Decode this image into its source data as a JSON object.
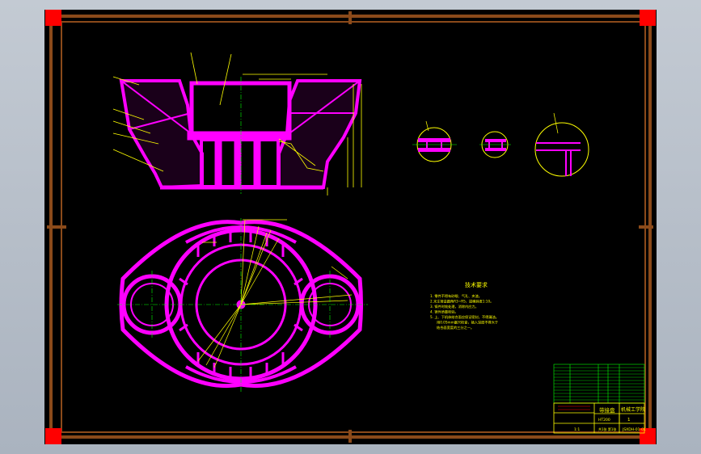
{
  "drawing": {
    "notes_title": "技术要求",
    "notes": [
      "1. 零件不得有砂眼、气孔、夹渣。",
      "2.未注铸造圆角R3~R5，拔模斜度1:10。",
      "3. 铸件时效处理，消除内应力。",
      "4. 铸件质量检验。",
      "5. 上、下机体结合面应保证密封，不得漏油。",
      "用0.05mm塞尺检查，插入深度不得大于",
      "结合面宽度的三分之一。"
    ],
    "title_block": {
      "part_name": "带接盘",
      "school": "机械工学院",
      "material": "HT200",
      "quantity": "1",
      "scale": "1:1",
      "drawing_no": "JSXDH-01-01",
      "sheet": "共1张 第1张"
    }
  },
  "colors": {
    "frame": "#8b4a1a",
    "paper": "#000000",
    "part": "#ff00ff",
    "dimension": "#ffff00",
    "centerline": "#00ff00",
    "corner": "#ff0000"
  }
}
